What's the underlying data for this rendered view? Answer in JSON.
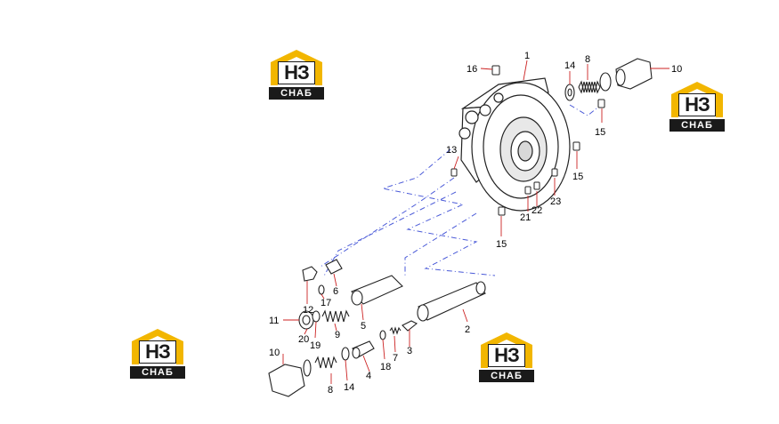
{
  "diagram": {
    "callouts": [
      {
        "id": "c1",
        "text": "1"
      },
      {
        "id": "c2",
        "text": "2"
      },
      {
        "id": "c3",
        "text": "3"
      },
      {
        "id": "c4",
        "text": "4"
      },
      {
        "id": "c5",
        "text": "5"
      },
      {
        "id": "c6",
        "text": "6"
      },
      {
        "id": "c7",
        "text": "7"
      },
      {
        "id": "c8a",
        "text": "8"
      },
      {
        "id": "c8b",
        "text": "8"
      },
      {
        "id": "c9",
        "text": "9"
      },
      {
        "id": "c10a",
        "text": "10"
      },
      {
        "id": "c10b",
        "text": "10"
      },
      {
        "id": "c11",
        "text": "11"
      },
      {
        "id": "c12",
        "text": "12"
      },
      {
        "id": "c13",
        "text": "13"
      },
      {
        "id": "c14a",
        "text": "14"
      },
      {
        "id": "c14b",
        "text": "14"
      },
      {
        "id": "c15a",
        "text": "15"
      },
      {
        "id": "c15b",
        "text": "15"
      },
      {
        "id": "c15c",
        "text": "15"
      },
      {
        "id": "c16",
        "text": "16"
      },
      {
        "id": "c17",
        "text": "17"
      },
      {
        "id": "c18",
        "text": "18"
      },
      {
        "id": "c19",
        "text": "19"
      },
      {
        "id": "c20",
        "text": "20"
      },
      {
        "id": "c21",
        "text": "21"
      },
      {
        "id": "c22",
        "text": "22"
      },
      {
        "id": "c23",
        "text": "23"
      }
    ]
  },
  "watermark": {
    "letters": "НЗ",
    "text": "СНАБ",
    "accent": "#f2b600",
    "dark": "#1a1a1a"
  },
  "colors": {
    "leader": "#cc2222",
    "hidden_line": "#4a5ad8",
    "outline": "#222222"
  }
}
